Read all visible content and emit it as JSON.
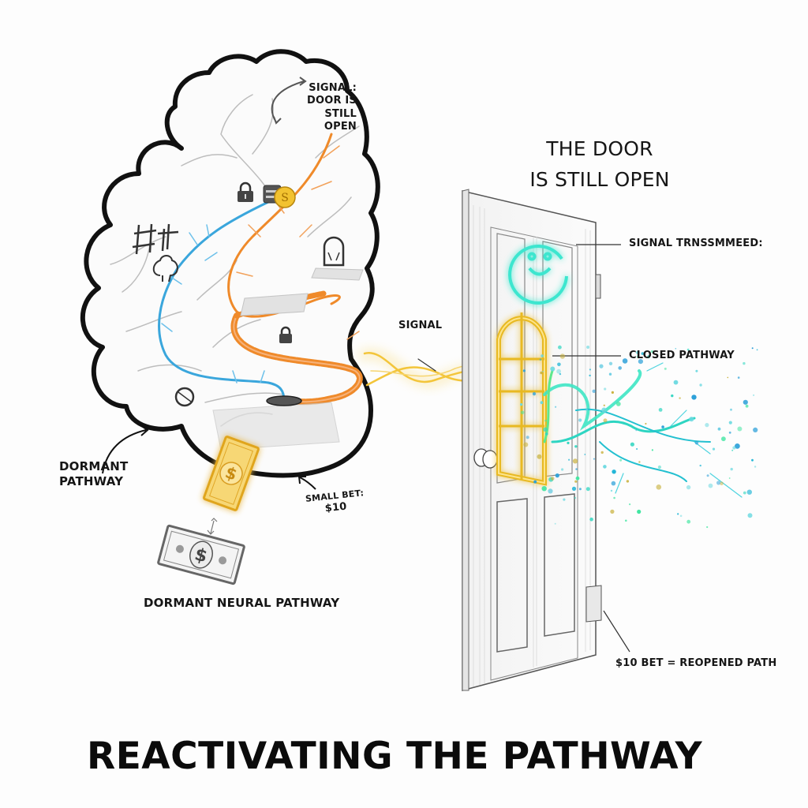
{
  "title": "REACTIVATING THE PATHWAY",
  "brain": {
    "signal_note": [
      "SIGNAL:",
      "DOOR IS",
      "STILL OPEN"
    ],
    "dormant_label": [
      "DORMANT",
      "PATHWAY"
    ],
    "small_bet_label": [
      "SMALL BET:",
      "$10"
    ],
    "dormant_neural_label": "DORMANT NEURAL PATHWAY",
    "icons": [
      "lock-icon",
      "wallet-icon",
      "coin-icon",
      "tree-icon",
      "arch-door-icon",
      "lock-icon",
      "no-entry-icon",
      "manhole-icon"
    ],
    "coin_symbol": "S"
  },
  "door": {
    "heading": [
      "THE DOOR",
      "IS STILL OPEN"
    ],
    "signal_transmitted_label": "SIGNAL TRNSSMMEED:",
    "signal_label": "SIGNAL",
    "closed_pathway_label": "CLOSED PATHWAY",
    "bet_label": "$10 BET = REOPENED PATH"
  },
  "bills": {
    "symbol": "$"
  },
  "colors": {
    "outline": "#111111",
    "blue_path": "#3aa6dc",
    "orange_path": "#ef8a2a",
    "gold_signal": "#f3c53a",
    "teal_glow": "#33e0c4",
    "branch_gray": "#b9b9b9"
  }
}
